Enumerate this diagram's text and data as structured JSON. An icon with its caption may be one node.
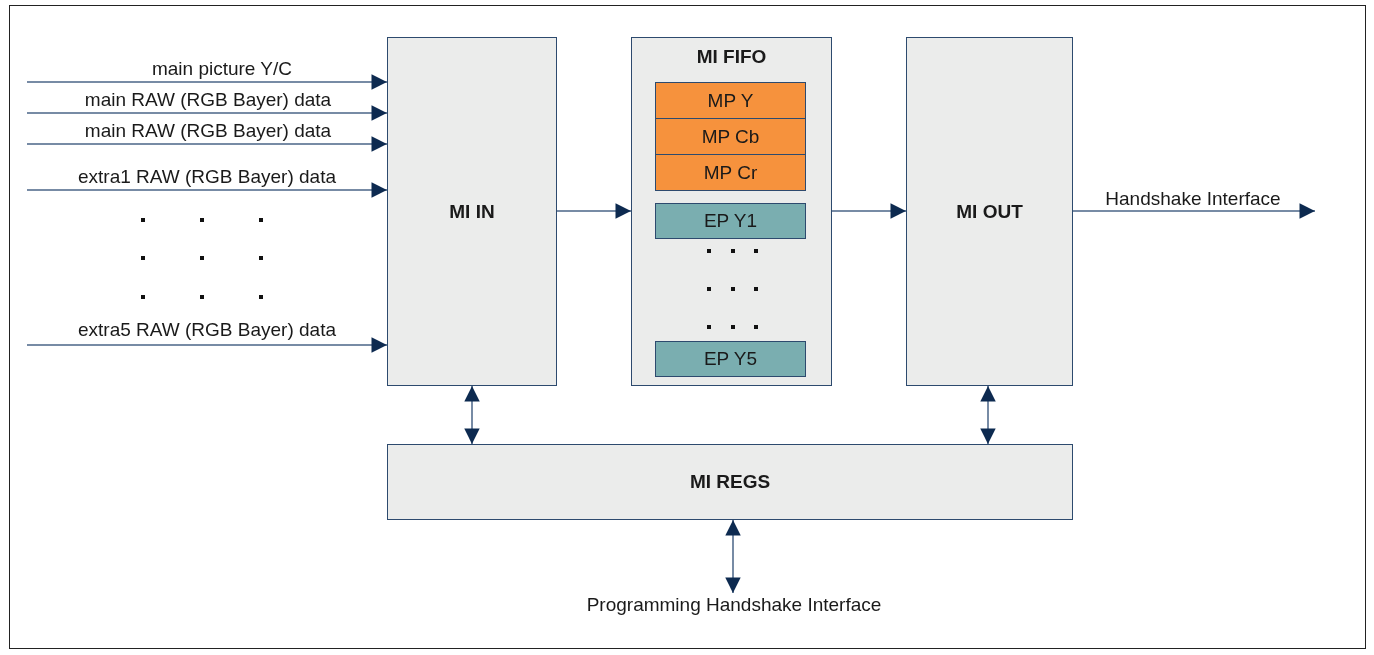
{
  "diagram": {
    "nodes": [
      {
        "text": [
          "MI IN"
        ]
      },
      {
        "text": [
          "MI FIFO"
        ]
      },
      {
        "text": [
          "MP Y"
        ],
        "in": 1
      },
      {
        "text": [
          "MP Cb"
        ],
        "in": 1
      },
      {
        "text": [
          "MP Cr"
        ],
        "in": 1
      },
      {
        "text": [
          "EP Y1"
        ],
        "in": 1
      },
      {
        "text": [
          "EP Y5"
        ],
        "in": 1
      },
      {
        "text": [
          "MI OUT"
        ]
      },
      {
        "text": [
          "MI REGS"
        ]
      },
      {
        "text": [
          "Programming Handshake Interface"
        ]
      }
    ],
    "edges": [
      {
        "from": null,
        "to": 0,
        "arrow": "to",
        "label": "main picture Y/C"
      },
      {
        "from": null,
        "to": 0,
        "arrow": "to",
        "label": "main RAW (RGB Bayer) data"
      },
      {
        "from": null,
        "to": 0,
        "arrow": "to",
        "label": "main RAW (RGB Bayer) data"
      },
      {
        "from": null,
        "to": 0,
        "arrow": "to",
        "label": "extra1 RAW (RGB Bayer) data"
      },
      {
        "from": null,
        "to": 0,
        "arrow": "to",
        "label": "extra5 RAW (RGB Bayer) data"
      },
      {
        "from": 0,
        "to": 1,
        "arrow": "to"
      },
      {
        "from": 1,
        "to": 7,
        "arrow": "to"
      },
      {
        "from": 7,
        "to": null,
        "arrow": "to",
        "label": "Handshake Interface"
      },
      {
        "from": 0,
        "to": 8,
        "arrow": "both"
      },
      {
        "from": 7,
        "to": 8,
        "arrow": "both"
      },
      {
        "from": 8,
        "to": 9,
        "arrow": "both"
      }
    ]
  }
}
